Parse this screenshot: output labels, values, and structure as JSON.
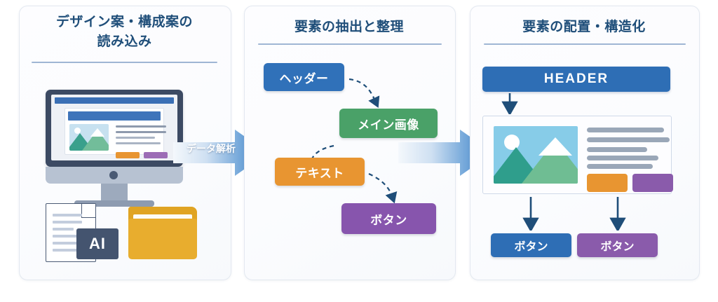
{
  "diagram": {
    "type": "process-flow",
    "panels": [
      {
        "id": "panel-1",
        "title_line1": "デザイン案・構成案の",
        "title_line2": "読み込み",
        "illustration": {
          "monitor": "desktop-monitor-showing-webpage-mockup",
          "document": "document-with-ai-badge",
          "document_badge": "AI",
          "folder": "yellow-folder"
        }
      },
      {
        "id": "panel-2",
        "title_line1": "要素の抽出と整理",
        "title_line2": "",
        "elements": [
          {
            "label": "ヘッダー",
            "color": "#3071b9"
          },
          {
            "label": "メイン画像",
            "color": "#4aa168"
          },
          {
            "label": "テキスト",
            "color": "#e89531"
          },
          {
            "label": "ボタン",
            "color": "#8755ad"
          }
        ]
      },
      {
        "id": "panel-3",
        "title_line1": "要素の配置・構造化",
        "title_line2": "",
        "header_label": "HEADER",
        "bottom_buttons": [
          {
            "label": "ボタン",
            "color": "#2e6eb5"
          },
          {
            "label": "ボタン",
            "color": "#8a5bab"
          }
        ],
        "card": {
          "image": "mountain-landscape-thumbnail",
          "text_line_count": 5,
          "inline_buttons": [
            {
              "color": "#e89531"
            },
            {
              "color": "#8a5bab"
            }
          ]
        }
      }
    ],
    "connectors": [
      {
        "id": "arrow-1",
        "label": "データ解析",
        "from": "panel-1",
        "to": "panel-2"
      },
      {
        "id": "arrow-2",
        "label": "",
        "from": "panel-2",
        "to": "panel-3"
      }
    ],
    "colors": {
      "title": "#1f4e79",
      "rule": "#9fb6d4",
      "panel_border": "#e3e8f0",
      "arrow_blue": "#3e86cf",
      "dashed_connector": "#1f4e79"
    }
  }
}
